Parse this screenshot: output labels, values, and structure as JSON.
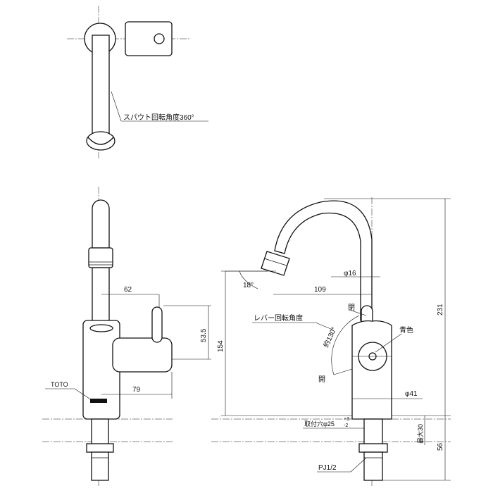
{
  "top_view": {
    "spout_rotation_note": "スパウト回転角度360°"
  },
  "side_view": {
    "brand_callout": "TOTO",
    "dim_62": "62",
    "dim_53_5": "53.5",
    "dim_79": "79"
  },
  "front_view": {
    "dim_18deg": "18°",
    "dim_phi16": "φ16",
    "dim_109": "109",
    "dim_154": "154",
    "dim_231": "231",
    "lever_note": "レバー回転角度",
    "lever_angle": "約130°",
    "open_top": "閉",
    "open_bottom": "開",
    "blue_label": "青色",
    "dim_phi41": "φ41",
    "mount_hole": "取付穴φ25",
    "tol_plus": "+3",
    "tol_minus": "-2",
    "max30": "最大30",
    "dim_56": "56",
    "thread": "PJ1/2"
  }
}
